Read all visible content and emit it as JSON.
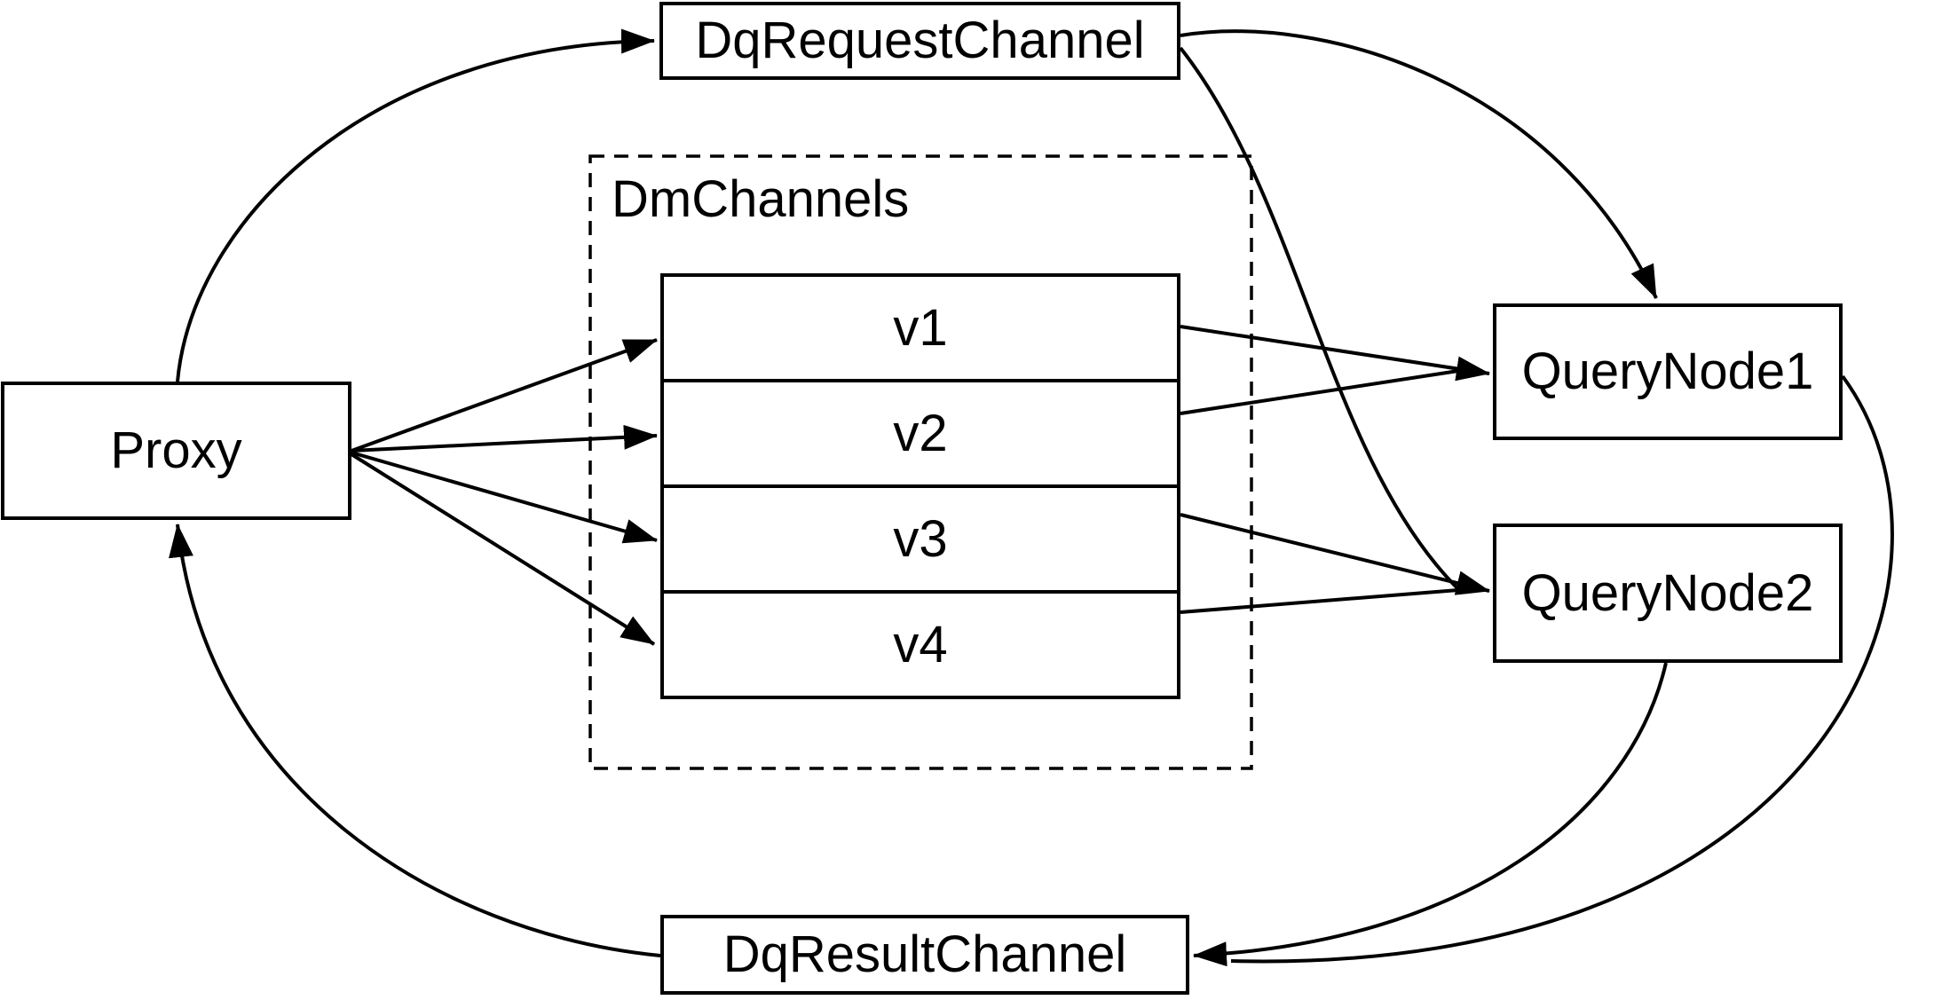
{
  "diagram": {
    "nodes": {
      "proxy": {
        "label": "Proxy"
      },
      "dq_request_channel": {
        "label": "DqRequestChannel"
      },
      "dm_channels": {
        "label": "DmChannels",
        "channels": [
          "v1",
          "v2",
          "v3",
          "v4"
        ]
      },
      "query_node_1": {
        "label": "QueryNode1"
      },
      "query_node_2": {
        "label": "QueryNode2"
      },
      "dq_result_channel": {
        "label": "DqResultChannel"
      }
    },
    "edges": [
      {
        "from": "Proxy",
        "to": "DqRequestChannel"
      },
      {
        "from": "Proxy",
        "to": "v1"
      },
      {
        "from": "Proxy",
        "to": "v2"
      },
      {
        "from": "Proxy",
        "to": "v3"
      },
      {
        "from": "Proxy",
        "to": "v4"
      },
      {
        "from": "v1",
        "to": "QueryNode1"
      },
      {
        "from": "v2",
        "to": "QueryNode1"
      },
      {
        "from": "v3",
        "to": "QueryNode2"
      },
      {
        "from": "v4",
        "to": "QueryNode2"
      },
      {
        "from": "DqRequestChannel",
        "to": "QueryNode1"
      },
      {
        "from": "DqRequestChannel",
        "to": "QueryNode2"
      },
      {
        "from": "QueryNode1",
        "to": "DqResultChannel"
      },
      {
        "from": "QueryNode2",
        "to": "DqResultChannel"
      },
      {
        "from": "DqResultChannel",
        "to": "Proxy"
      }
    ],
    "colors": {
      "stroke": "#000000",
      "text": "#000000",
      "node_fill": "#ffffff",
      "background": "#ffffff"
    }
  }
}
